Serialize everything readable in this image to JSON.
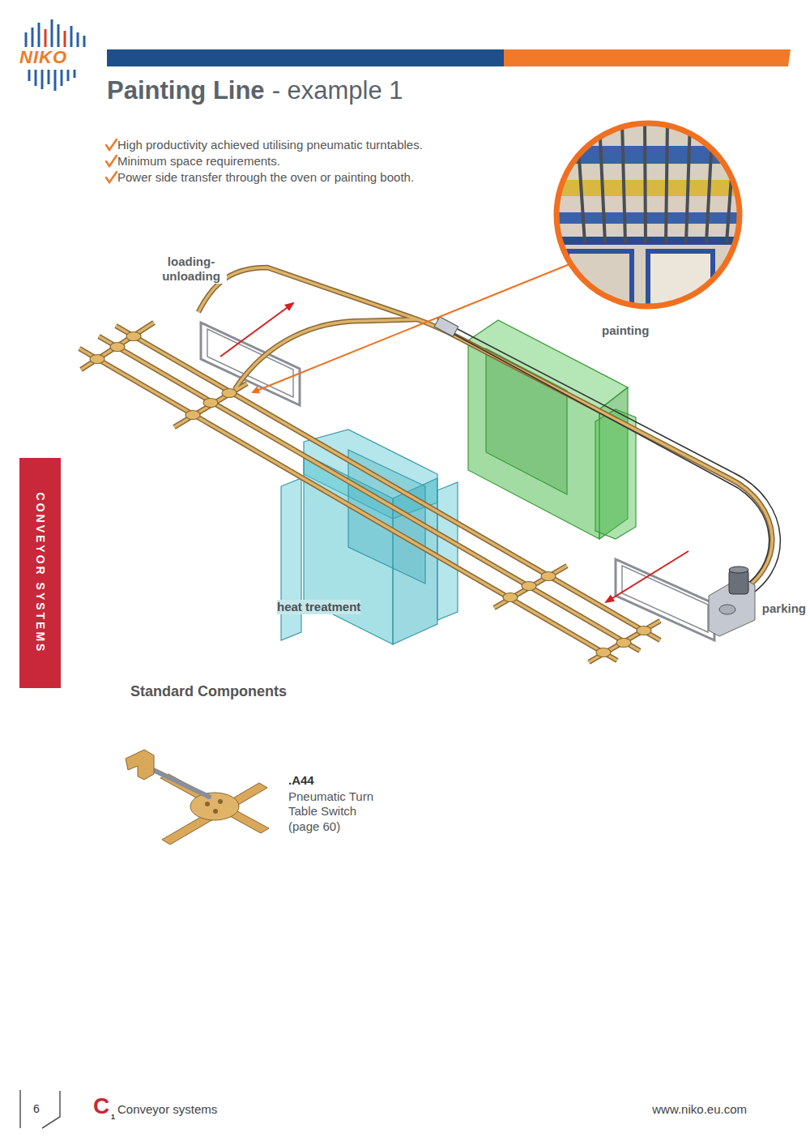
{
  "diagram": {
    "title": "Painting Line",
    "nodes": [
      {
        "text": [
          "CONVEYOR SYSTEMS"
        ]
      },
      {
        "text": [
          "painting"
        ]
      },
      {
        "text": [
          "heat treatment"
        ]
      }
    ],
    "labels": [
      "- example 1",
      "High productivity achieved utilising pneumatic turntables.",
      "Minimum space requirements.",
      "Power side transfer through the oven or painting booth.",
      "loading- unloading",
      "parking",
      "Standard Components",
      ".A44",
      "Pneumatic Turn Table Switch",
      "(page 60)",
      "NIKO",
      "6",
      "C",
      "1",
      "Conveyor systems",
      "www.niko.eu.com"
    ]
  }
}
